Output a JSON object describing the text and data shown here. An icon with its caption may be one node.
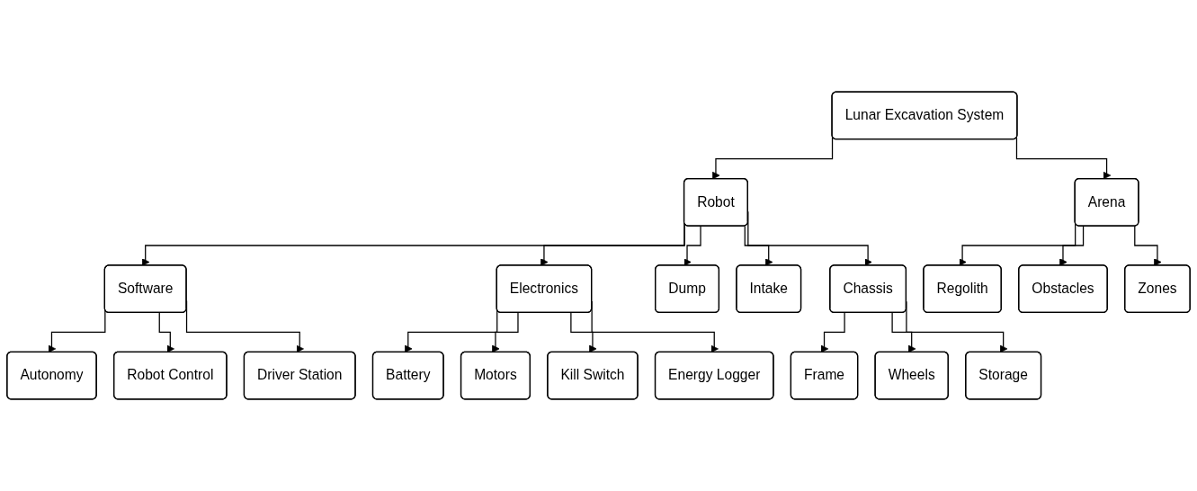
{
  "diagram": {
    "nodes": [
      {
        "text": [
          "Lunar Excavation System"
        ]
      },
      {
        "text": [
          "Robot"
        ]
      },
      {
        "text": [
          "Arena"
        ]
      },
      {
        "text": [
          "Software"
        ]
      },
      {
        "text": [
          "Electronics"
        ]
      },
      {
        "text": [
          "Dump"
        ]
      },
      {
        "text": [
          "Intake"
        ]
      },
      {
        "text": [
          "Chassis"
        ]
      },
      {
        "text": [
          "Regolith"
        ]
      },
      {
        "text": [
          "Obstacles"
        ]
      },
      {
        "text": [
          "Zones"
        ]
      },
      {
        "text": [
          "Autonomy"
        ]
      },
      {
        "text": [
          "Robot Control"
        ]
      },
      {
        "text": [
          "Driver Station"
        ]
      },
      {
        "text": [
          "Battery"
        ]
      },
      {
        "text": [
          "Motors"
        ]
      },
      {
        "text": [
          "Kill Switch"
        ]
      },
      {
        "text": [
          "Energy Logger"
        ]
      },
      {
        "text": [
          "Frame"
        ]
      },
      {
        "text": [
          "Wheels"
        ]
      },
      {
        "text": [
          "Storage"
        ]
      }
    ],
    "edges": [
      {
        "from": 0,
        "to": 1,
        "arrow": "to"
      },
      {
        "from": 0,
        "to": 2,
        "arrow": "to"
      },
      {
        "from": 1,
        "to": 3,
        "arrow": "to"
      },
      {
        "from": 1,
        "to": 4,
        "arrow": "to"
      },
      {
        "from": 1,
        "to": 5,
        "arrow": "to"
      },
      {
        "from": 1,
        "to": 6,
        "arrow": "to"
      },
      {
        "from": 1,
        "to": 7,
        "arrow": "to"
      },
      {
        "from": 2,
        "to": 8,
        "arrow": "to"
      },
      {
        "from": 2,
        "to": 9,
        "arrow": "to"
      },
      {
        "from": 2,
        "to": 10,
        "arrow": "to"
      },
      {
        "from": 3,
        "to": 11,
        "arrow": "to"
      },
      {
        "from": 3,
        "to": 12,
        "arrow": "to"
      },
      {
        "from": 3,
        "to": 13,
        "arrow": "to"
      },
      {
        "from": 4,
        "to": 14,
        "arrow": "to"
      },
      {
        "from": 4,
        "to": 15,
        "arrow": "to"
      },
      {
        "from": 4,
        "to": 16,
        "arrow": "to"
      },
      {
        "from": 4,
        "to": 17,
        "arrow": "to"
      },
      {
        "from": 7,
        "to": 18,
        "arrow": "to"
      },
      {
        "from": 7,
        "to": 19,
        "arrow": "to"
      },
      {
        "from": 7,
        "to": 20,
        "arrow": "to"
      }
    ]
  }
}
